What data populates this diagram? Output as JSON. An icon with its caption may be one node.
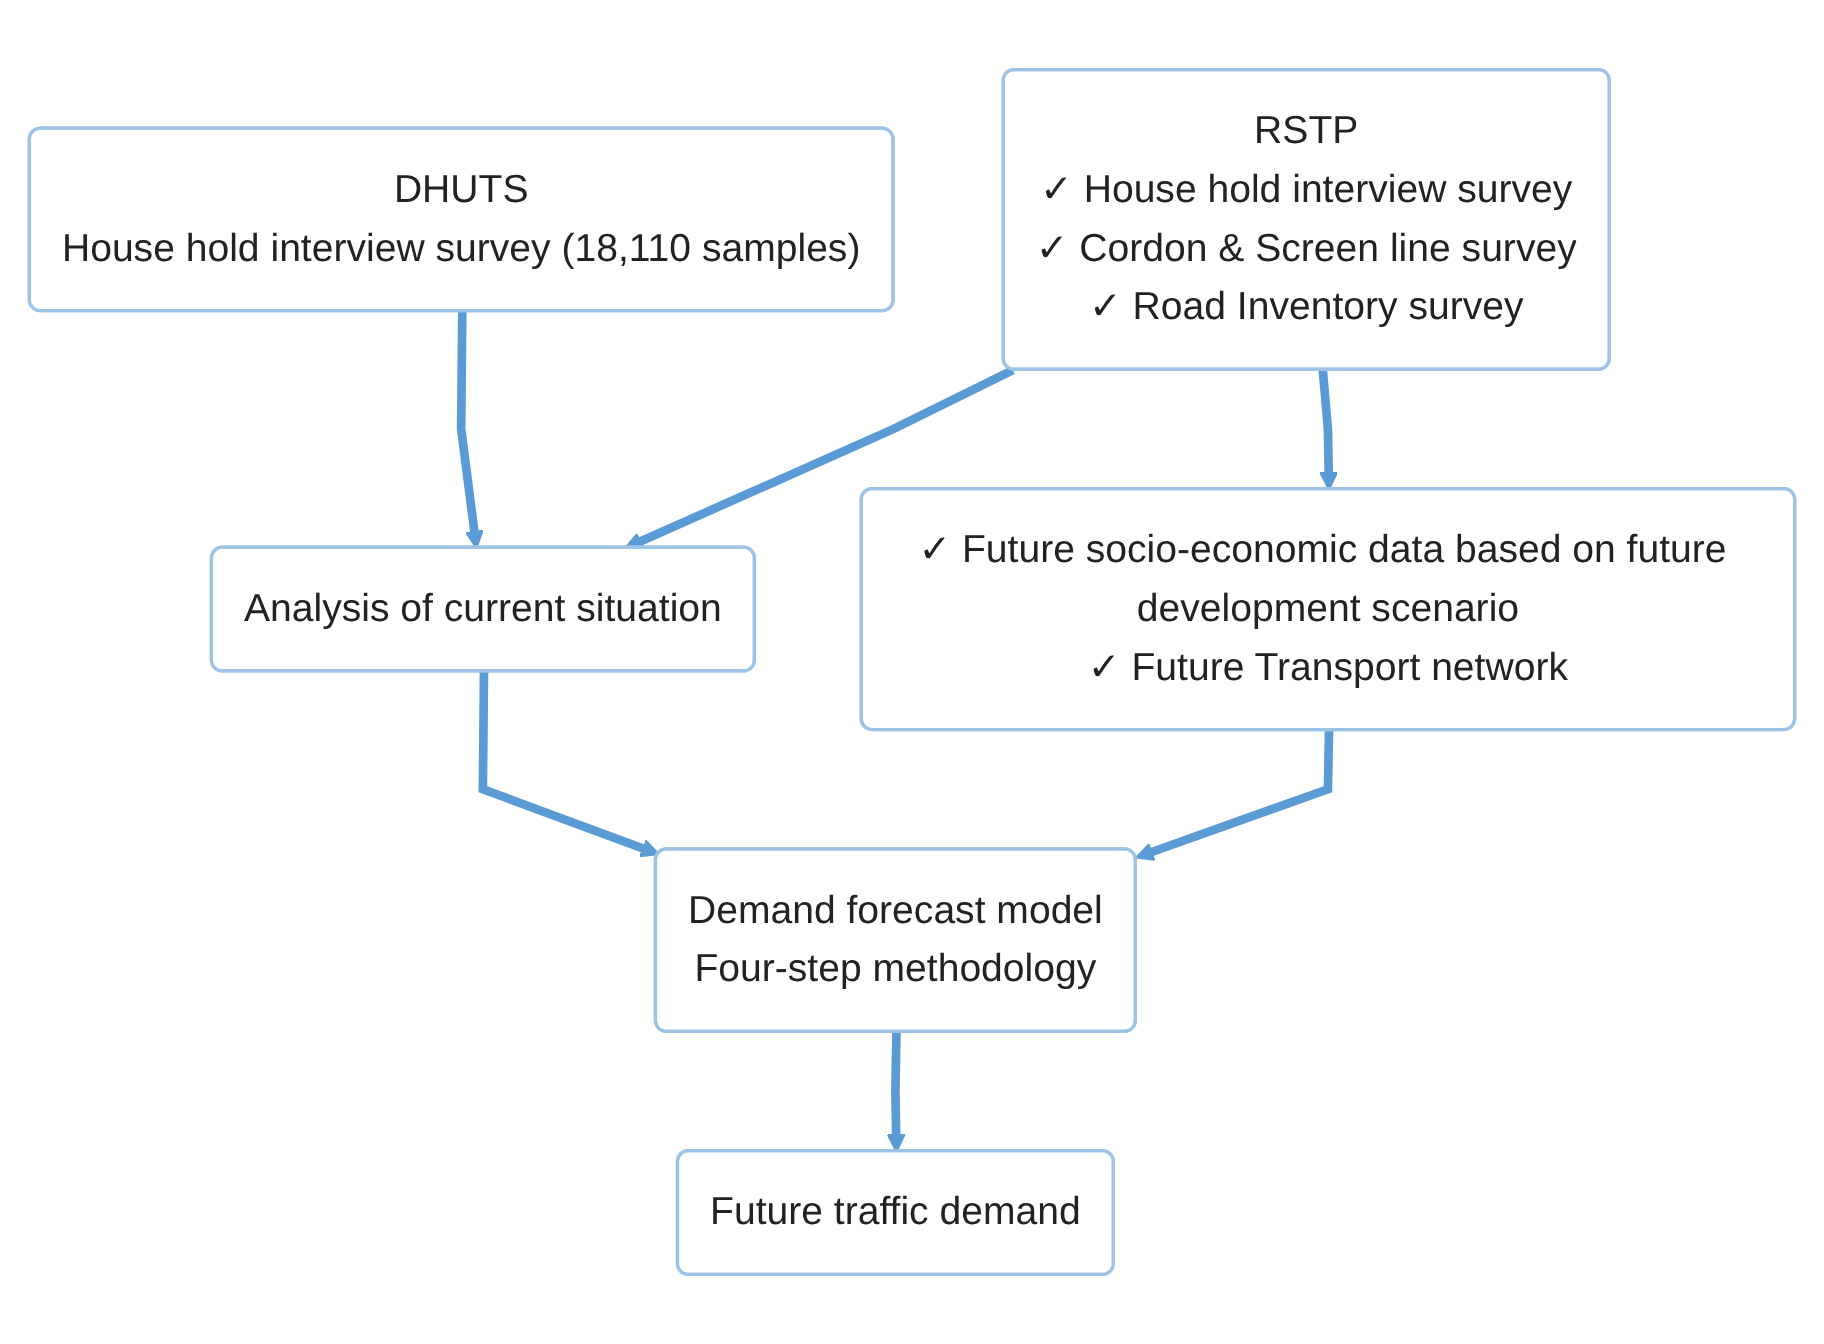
{
  "diagram": {
    "nodes": [
      {
        "text": [
          "DHUTS",
          "House hold interview survey (18,110 samples)"
        ]
      },
      {
        "text": [
          "RSTP",
          "✓ House hold interview survey",
          "✓ Cordon & Screen line survey",
          "✓ Road Inventory survey"
        ]
      },
      {
        "text": [
          "Analysis of current situation"
        ]
      },
      {
        "text": [
          "✓ Future socio-economic data based on future development scenario",
          "✓ Future Transport network"
        ]
      },
      {
        "text": [
          "Demand forecast model",
          "Four-step methodology"
        ]
      },
      {
        "text": [
          "Future traffic demand"
        ]
      }
    ],
    "edges": [
      {
        "from": 0,
        "to": 2,
        "arrow": "to"
      },
      {
        "from": 1,
        "to": 2,
        "arrow": "to"
      },
      {
        "from": 1,
        "to": 3,
        "arrow": "to"
      },
      {
        "from": 2,
        "to": 4,
        "arrow": "to"
      },
      {
        "from": 3,
        "to": 4,
        "arrow": "to"
      },
      {
        "from": 4,
        "to": 5,
        "arrow": "to"
      }
    ]
  }
}
